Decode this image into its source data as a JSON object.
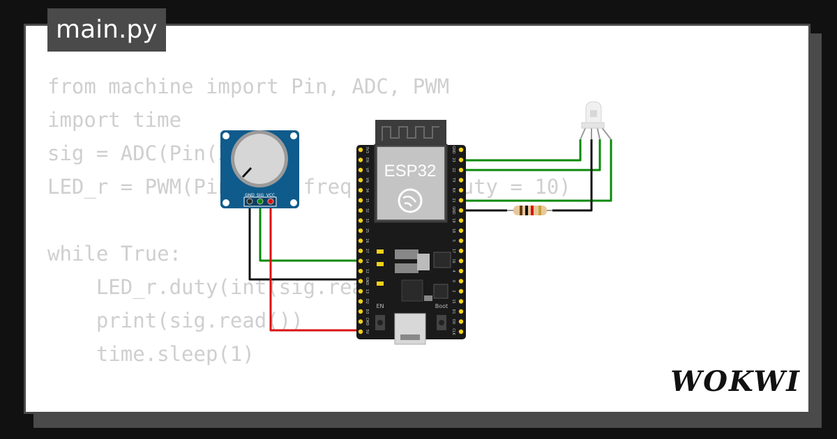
{
  "editor": {
    "filename": "main.py",
    "code_lines": [
      "from machine import Pin, ADC, PWM",
      "import time",
      "sig = ADC(Pin(34))",
      "LED_r = PWM(Pin(21), freq = 100, duty = 10)",
      "",
      "while True:",
      "    LED_r.duty(int(sig.read()/4))",
      "    print(sig.read())",
      "    time.sleep(1)"
    ]
  },
  "board": {
    "chip_label": "ESP32",
    "left_pins": [
      "3V3",
      "EN",
      "VP",
      "VN",
      "34",
      "35",
      "32",
      "33",
      "25",
      "26",
      "27",
      "14",
      "12",
      "GND",
      "13",
      "D2",
      "D3",
      "CMD",
      "5V"
    ],
    "right_pins": [
      "GND",
      "23",
      "22",
      "TX",
      "RX",
      "21",
      "GND",
      "19",
      "18",
      "5",
      "17",
      "16",
      "4",
      "0",
      "2",
      "15",
      "D1",
      "D0",
      "CLK"
    ],
    "en_label": "EN",
    "boot_label": "Boot"
  },
  "potentiometer": {
    "pin_labels": [
      "GND",
      "SIG",
      "VCC"
    ]
  },
  "brand": {
    "logo": "WOKWI"
  },
  "colors": {
    "wire_green": "#0a8a0a",
    "wire_red": "#dd1111",
    "wire_black": "#111111",
    "pot_board": "#0f5b8c",
    "esp_board": "#1a1a1a",
    "pin_yellow": "#f2d21b"
  }
}
